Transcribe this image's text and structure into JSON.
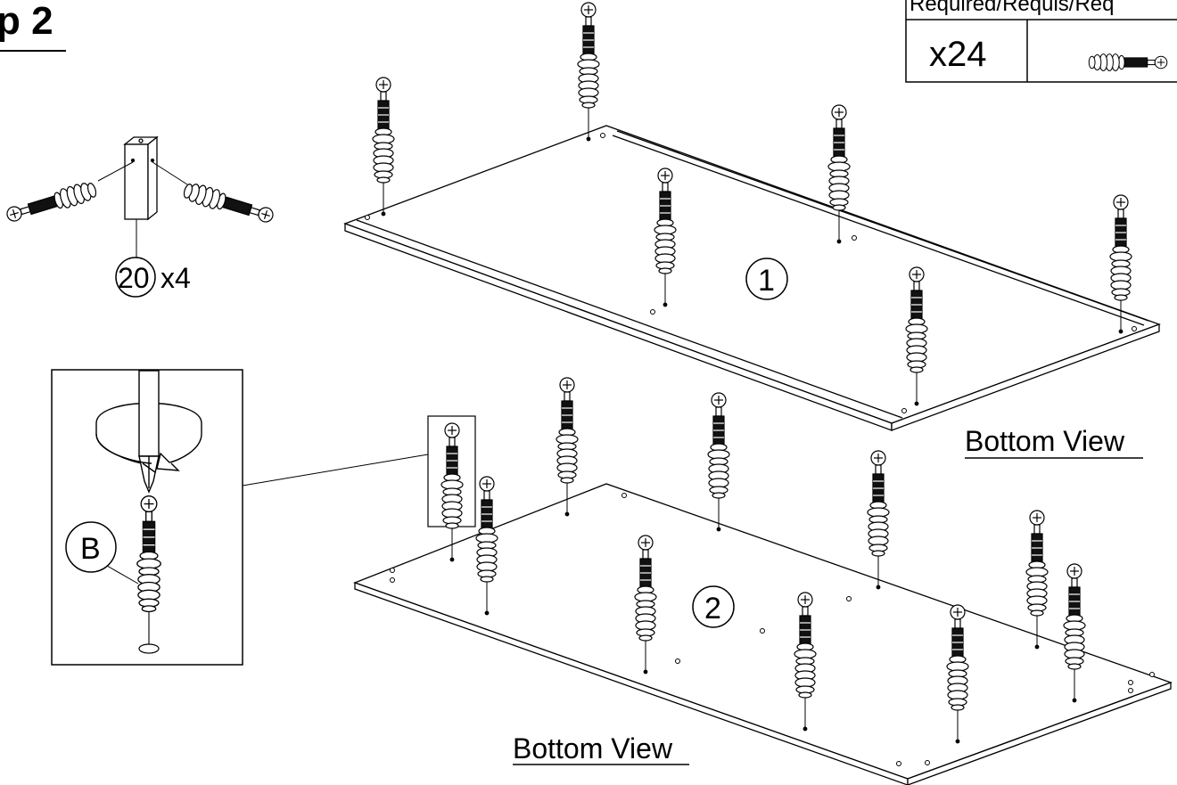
{
  "step_title": "p 2",
  "hardware_table": {
    "header": "Required/Requis/Req",
    "quantity": "x24",
    "part_icon": "cam-bolt-icon"
  },
  "post_callout": {
    "part_number": "20",
    "quantity": "x4"
  },
  "detail": {
    "part_letter": "B",
    "icons": [
      "screwdriver-icon",
      "rotate-clockwise-icon",
      "cam-bolt-icon"
    ]
  },
  "panels": [
    {
      "number": "1",
      "view_label": "Bottom View"
    },
    {
      "number": "2",
      "view_label": "Bottom View"
    }
  ]
}
